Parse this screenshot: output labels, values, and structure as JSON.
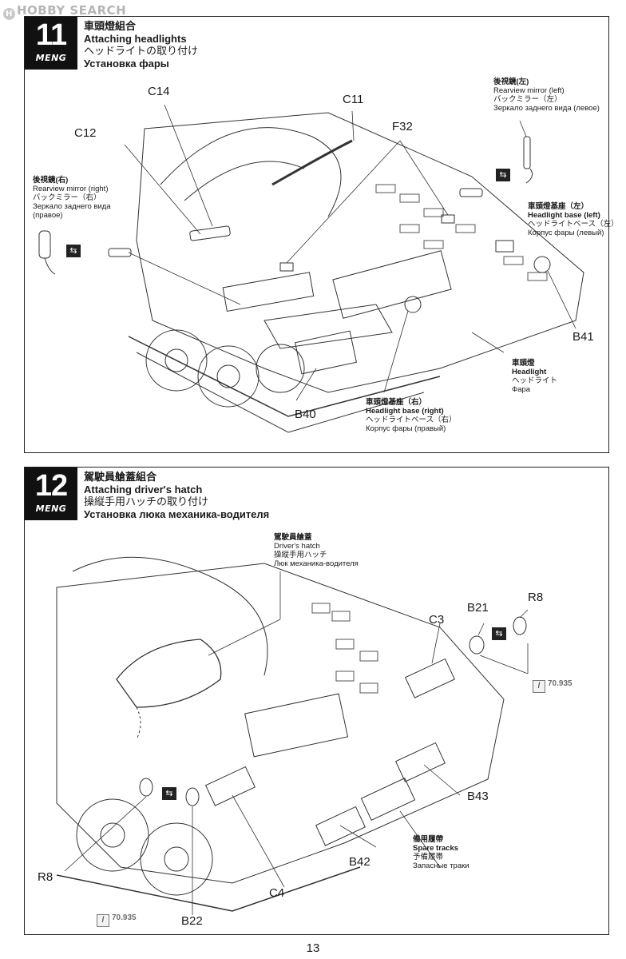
{
  "watermark": {
    "text": "HOBBY SEARCH",
    "logo_glyph": "H"
  },
  "steps": [
    {
      "number": "11",
      "brand": "MENG",
      "titles": [
        "車頭燈組合",
        "Attaching headlights",
        "ヘッドライトの取り付け",
        "Установка фары"
      ],
      "callouts": {
        "c14": "C14",
        "c11": "C11",
        "c12": "C12",
        "f32": "F32",
        "b41": "B41",
        "b40": "B40"
      },
      "notes": {
        "mirror_left": [
          "後視鏡(左)",
          "Rearview mirror (left)",
          "バックミラー（左）",
          "Зеркало заднего вида (левое)"
        ],
        "mirror_right": [
          "後視鏡(右)",
          "Rearview mirror (right)",
          "バックミラー（右）",
          "Зеркало заднего вида",
          "(правое)"
        ],
        "base_left": [
          "車頭燈基座（左）",
          "Headlight base (left)",
          "ヘッドライトベース（左）",
          "Корпус фары (левый)"
        ],
        "headlight": [
          "車頭燈",
          "Headlight",
          "ヘッドライト",
          "Фара"
        ],
        "base_right": [
          "車頭燈基座（右）",
          "Headlight base (right)",
          "ヘッドライトベース（右）",
          "Корпус фары (правый)"
        ]
      }
    },
    {
      "number": "12",
      "brand": "MENG",
      "titles": [
        "駕駛員艙蓋組合",
        "Attaching driver's hatch",
        "操縦手用ハッチの取り付け",
        "Установка люка механика-водителя"
      ],
      "callouts": {
        "r8_top": "R8",
        "b21": "B21",
        "c3": "C3",
        "b43": "B43",
        "b42": "B42",
        "r8_bottom": "R8",
        "c4": "C4",
        "b22": "B22"
      },
      "notes": {
        "hatch": [
          "駕駛員艙蓋",
          "Driver's hatch",
          "操縦手用ハッチ",
          "Люк механика-водителя"
        ],
        "spare_tracks": [
          "備用履帶",
          "Spare tracks",
          "予備履帯",
          "Запасные траки"
        ]
      },
      "paint": {
        "top": "70.935",
        "bottom": "70.935",
        "brush_glyph": "/"
      }
    }
  ],
  "swap_icon_glyph": "⇆",
  "page_number": "13",
  "icons": [
    "swap-arrows-icon",
    "paint-brush-icon"
  ]
}
